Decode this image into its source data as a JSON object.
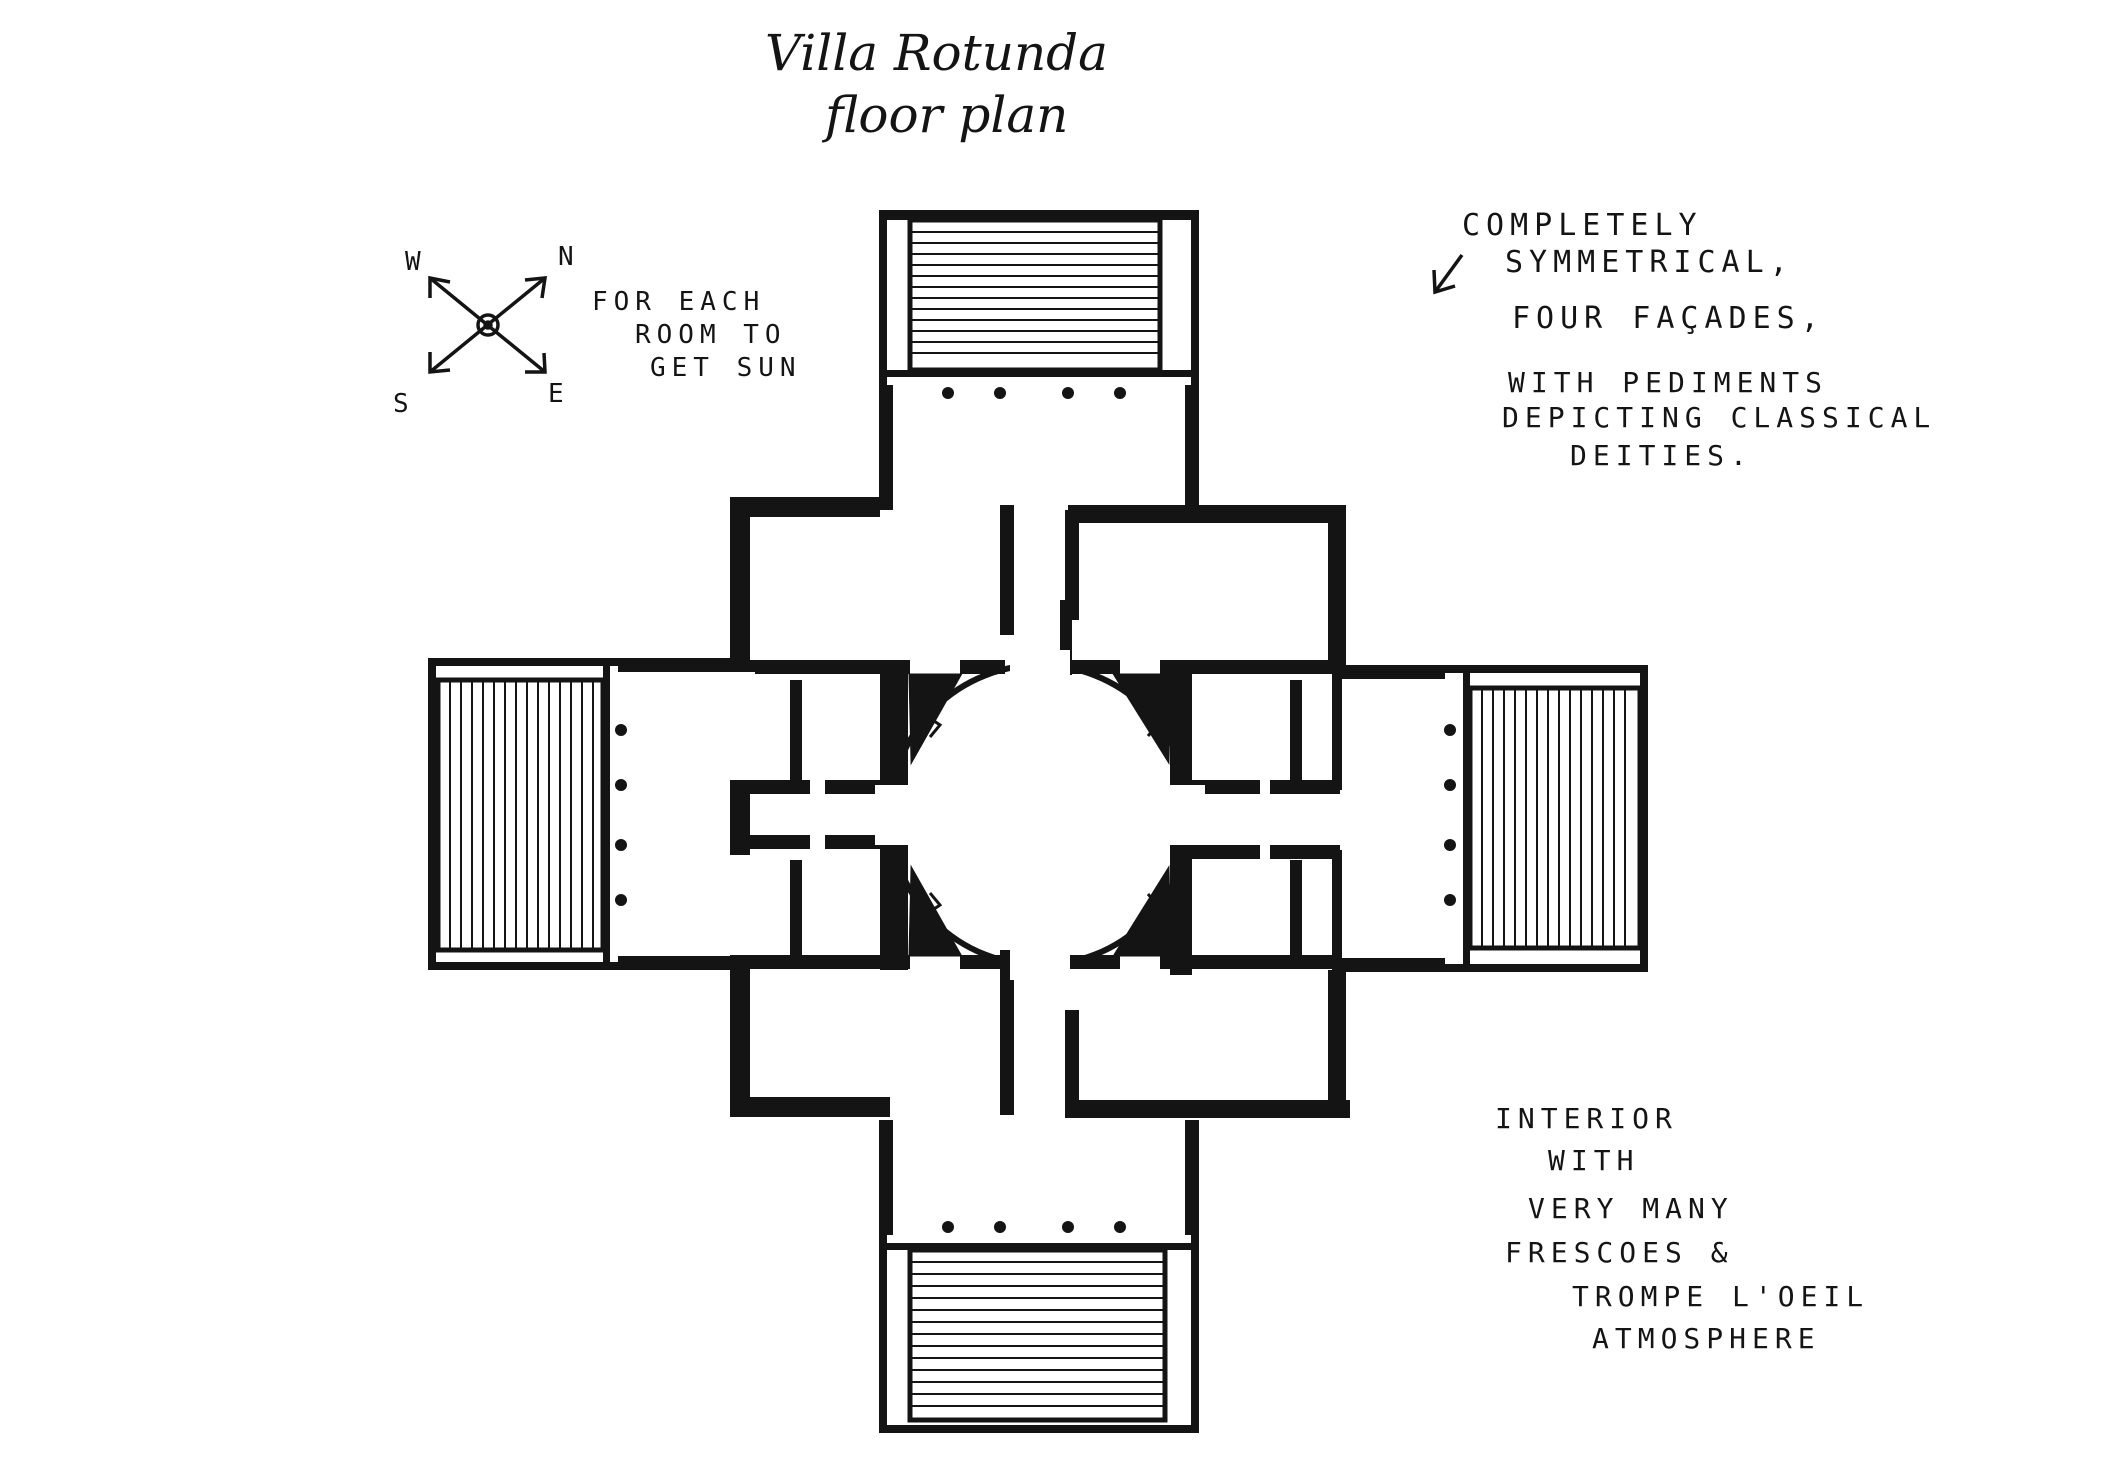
{
  "title": {
    "line1": "Villa Rotunda",
    "line2": "floor plan"
  },
  "compass": {
    "labels": [
      "W",
      "N",
      "S",
      "E"
    ],
    "note": [
      "FOR EACH",
      "ROOM TO",
      "GET SUN"
    ]
  },
  "notes": {
    "symmetry": [
      "COMPLETELY",
      "SYMMETRICAL,",
      "FOUR FAÇADES,",
      "WITH PEDIMENTS",
      "DEPICTING CLASSICAL",
      "DEITIES."
    ],
    "interior": [
      "INTERIOR",
      "WITH",
      "VERY MANY",
      "FRESCOES &",
      "TROMPE L'OEIL",
      "ATMOSPHERE"
    ]
  },
  "colors": {
    "ink": "#141414",
    "paper": "#ffffff"
  }
}
